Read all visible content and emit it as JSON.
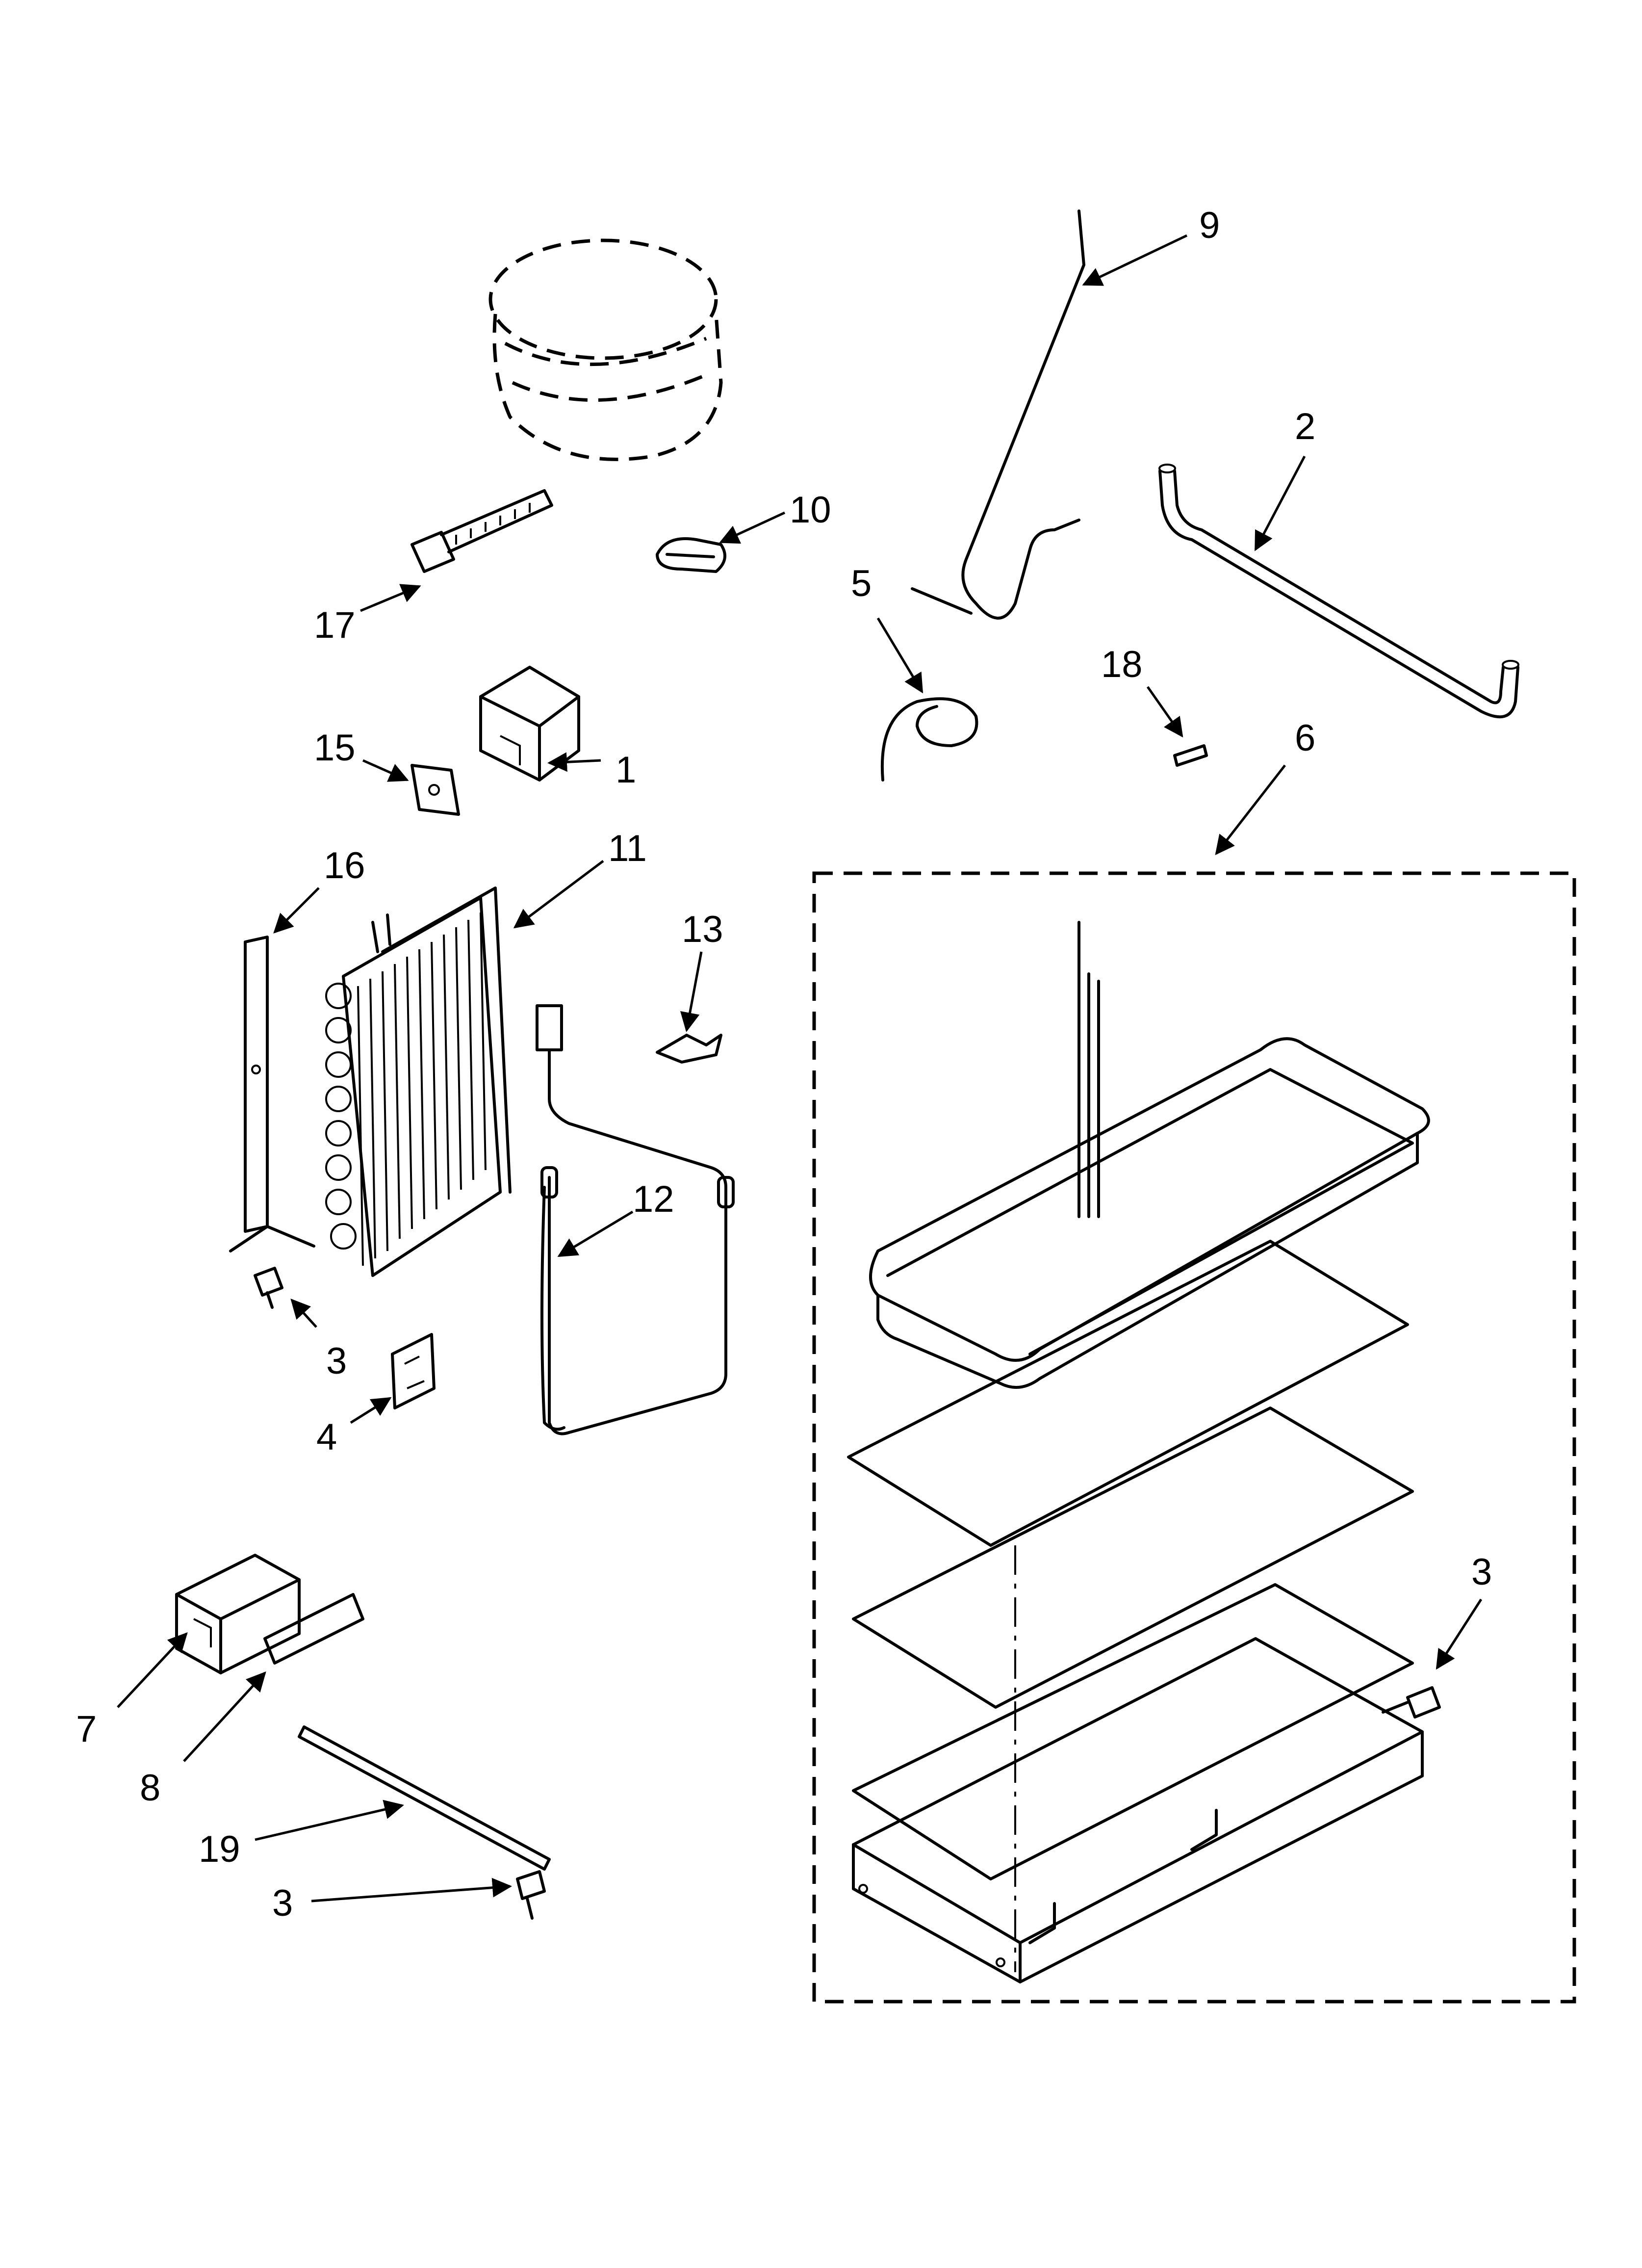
{
  "callouts": [
    {
      "id": "1",
      "label": "1"
    },
    {
      "id": "2",
      "label": "2"
    },
    {
      "id": "3a",
      "label": "3"
    },
    {
      "id": "3b",
      "label": "3"
    },
    {
      "id": "3c",
      "label": "3"
    },
    {
      "id": "4",
      "label": "4"
    },
    {
      "id": "5",
      "label": "5"
    },
    {
      "id": "6",
      "label": "6"
    },
    {
      "id": "7",
      "label": "7"
    },
    {
      "id": "8",
      "label": "8"
    },
    {
      "id": "9",
      "label": "9"
    },
    {
      "id": "10",
      "label": "10"
    },
    {
      "id": "11",
      "label": "11"
    },
    {
      "id": "12",
      "label": "12"
    },
    {
      "id": "13",
      "label": "13"
    },
    {
      "id": "15",
      "label": "15"
    },
    {
      "id": "16",
      "label": "16"
    },
    {
      "id": "17",
      "label": "17"
    },
    {
      "id": "18",
      "label": "18"
    },
    {
      "id": "19",
      "label": "19"
    }
  ]
}
